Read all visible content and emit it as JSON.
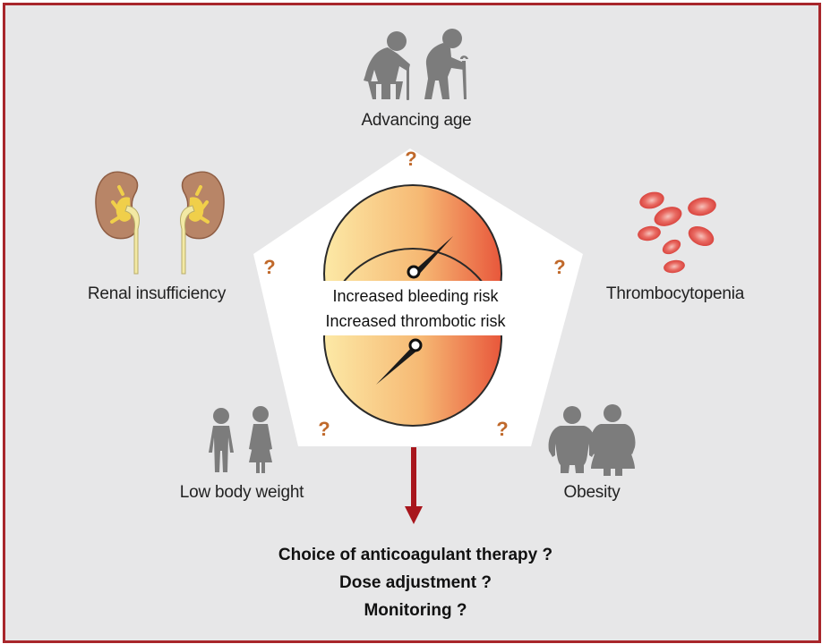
{
  "factors": {
    "top": "Advancing age",
    "left": "Renal insufficiency",
    "right": "Thrombocytopenia",
    "bottom_left": "Low body weight",
    "bottom_right": "Obesity"
  },
  "question_mark": "?",
  "gauges": {
    "upper_label": "Increased bleeding risk",
    "lower_label": "Increased thrombotic risk"
  },
  "outcomes": [
    "Choice of anticoagulant therapy ?",
    "Dose adjustment ?",
    "Monitoring ?"
  ],
  "colors": {
    "border": "#a8262b",
    "background": "#e7e7e8",
    "icon_gray": "#7c7c7c",
    "arrow": "#a8161c",
    "question": "#c0692b",
    "gauge_light": "#fbe6a0",
    "gauge_dark": "#e8563a"
  }
}
